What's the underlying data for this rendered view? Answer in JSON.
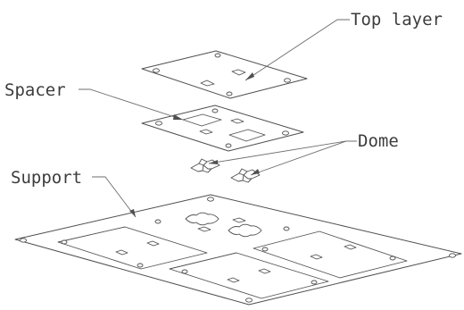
{
  "labels": {
    "top_layer": "Top layer",
    "spacer": "Spacer",
    "dome": "Dome",
    "support": "Support"
  },
  "colors": {
    "line": "#505050",
    "leader": "#6e6e6e",
    "text": "#3c3c3c",
    "background": "#ffffff"
  }
}
